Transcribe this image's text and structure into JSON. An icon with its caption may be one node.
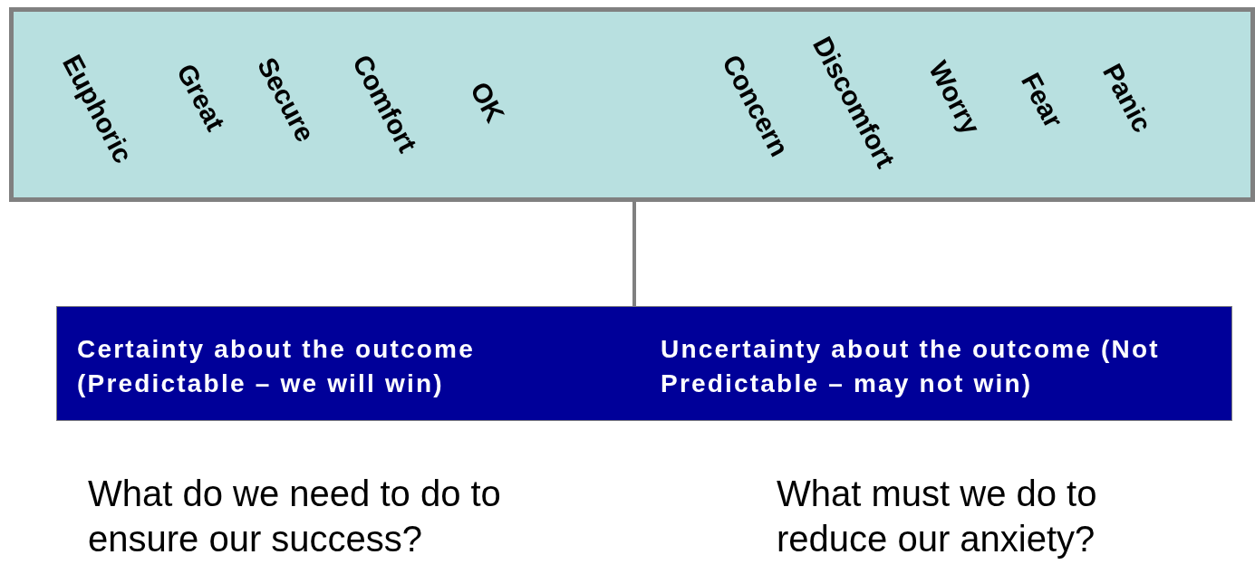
{
  "diagram": {
    "nodes": [
      {
        "text": [
          "Euphoric",
          "Great",
          "Secure",
          "Comfort",
          "OK",
          "Concern",
          "Discomfort",
          "Worry",
          "Fear",
          "Panic"
        ]
      },
      {
        "text": [
          "Certainty about the outcome (Predictable – we will win)",
          "Uncertainty about the outcome (Not Predictable – may not win)"
        ]
      }
    ],
    "edges": [
      {
        "from": 0,
        "to": 1,
        "arrow": "none"
      }
    ],
    "labels": [
      "What do we need to do to ensure our success?",
      "What must we do to reduce our anxiety?"
    ]
  }
}
